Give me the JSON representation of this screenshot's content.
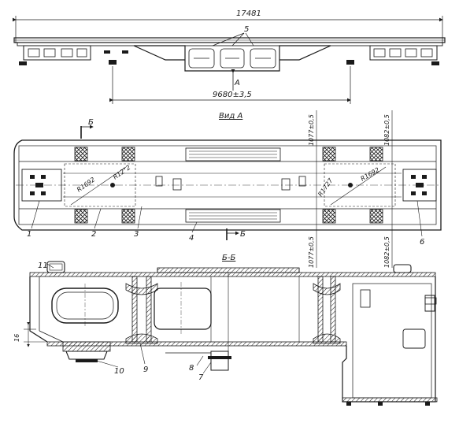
{
  "drawing": {
    "overall_length": "17481",
    "centers_dimension": "9680±3,5",
    "label_5": "5",
    "label_A": "A",
    "view_title": "Вид А",
    "section_mark_top": "Б",
    "section_mark_bottom": "Б",
    "section_title": "Б-Б",
    "dim_1077_top": "1077±0,5",
    "dim_1082_top": "1082±0,5",
    "dim_1077_bottom": "1077±0,5",
    "dim_1082_bottom": "1082±0,5",
    "radius_left_1": "R1692",
    "radius_left_2": "R12°2",
    "radius_right_1": "R1727",
    "radius_right_2": "R1692",
    "dim_16": "16",
    "callouts": [
      "1",
      "2",
      "3",
      "4",
      "6",
      "7",
      "8",
      "9",
      "10",
      "11"
    ]
  }
}
